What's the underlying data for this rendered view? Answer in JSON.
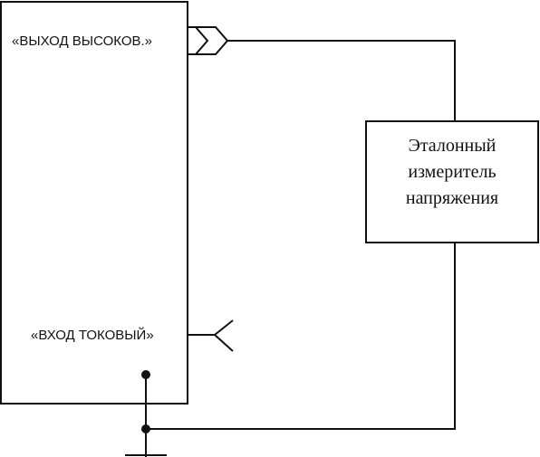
{
  "device": {
    "output_label": "«ВЫХОД ВЫСОКОВ.»",
    "input_label": "«ВХОД ТОКОВЫЙ»"
  },
  "meter": {
    "line1": "Эталонный",
    "line2": "измеритель",
    "line3": "напряжения"
  }
}
